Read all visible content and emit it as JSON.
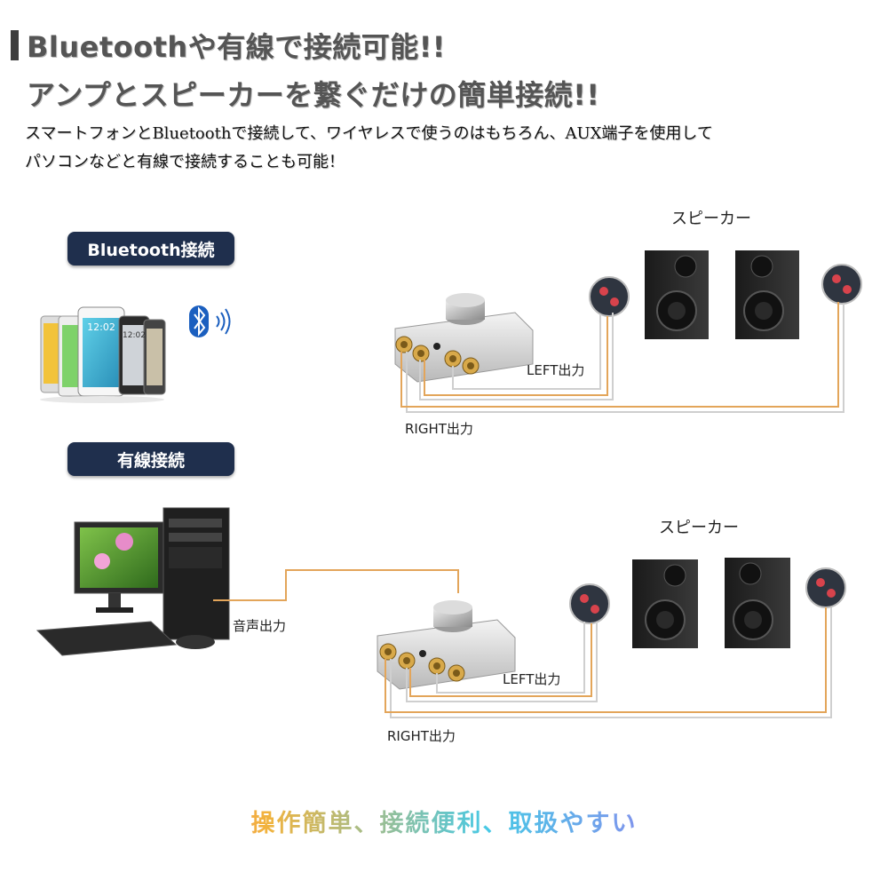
{
  "heading": {
    "line1": "Bluetoothや有線で接続可能!!",
    "line2": "アンプとスピーカーを繋ぐだけの簡単接続!!"
  },
  "description": {
    "line1": "スマートフォンとBluetoothで接続して、ワイヤレスで使うのはもちろん、AUX端子を使用して",
    "line2": "パソコンなどと有線で接続することも可能！"
  },
  "bluetooth_section": {
    "badge": "Bluetooth接続",
    "speaker_label": "スピーカー",
    "left_label": "LEFT出力",
    "right_label": "RIGHT出力",
    "phone_times": [
      "12:02",
      "12:02"
    ]
  },
  "wired_section": {
    "badge": "有線接続",
    "speaker_label": "スピーカー",
    "audio_out_label": "音声出力",
    "left_label": "LEFT出力",
    "right_label": "RIGHT出力"
  },
  "footer": "操作簡単、接続便利、取扱やすい",
  "colors": {
    "badge_bg": "#1f2f4d",
    "wire": "#e3a55a",
    "bluetooth": "#1b5fbf"
  },
  "icons": [
    "bluetooth-icon",
    "wireless-signal-icon"
  ]
}
